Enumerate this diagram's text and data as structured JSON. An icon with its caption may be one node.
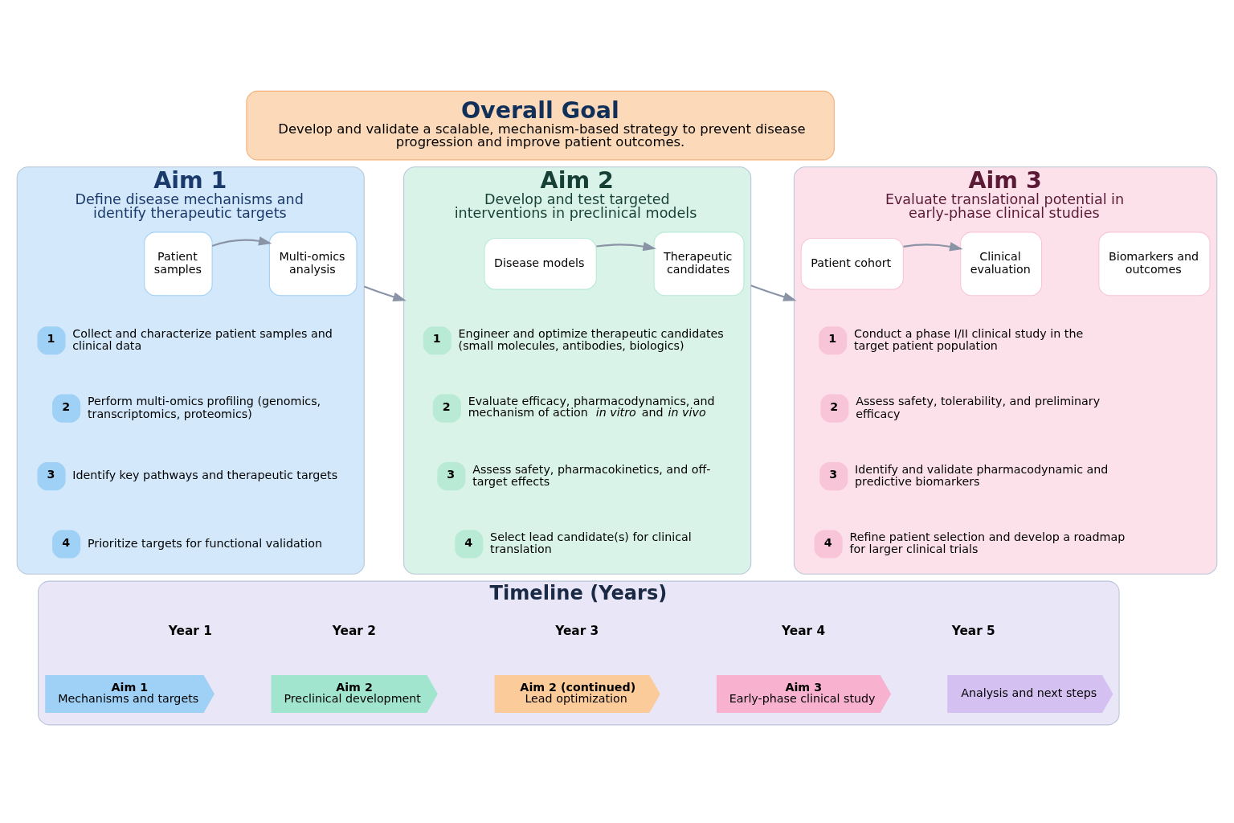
{
  "diagram": {
    "nodes": [
      {
        "text": [
          "Overall Goal",
          "Develop and validate a scalable, mechanism-based strategy to prevent disease progression and improve patient outcomes."
        ]
      },
      {
        "text": [
          "Aim 1",
          "Define disease mechanisms and identify therapeutic targets"
        ]
      },
      {
        "text": [
          "Patient samples"
        ],
        "in": 1
      },
      {
        "text": [
          "Multi-omics analysis"
        ],
        "in": 1
      },
      {
        "text": [
          "1",
          "Collect and characterize patient samples and clinical data"
        ],
        "in": 1
      },
      {
        "text": [
          "2",
          "Perform multi-omics profiling (genomics, transcriptomics, proteomics)"
        ],
        "in": 1
      },
      {
        "text": [
          "3",
          "Identify key pathways and therapeutic targets"
        ],
        "in": 1
      },
      {
        "text": [
          "4",
          "Prioritize targets for functional validation"
        ],
        "in": 1
      },
      {
        "text": [
          "Aim 2",
          "Develop and test targeted interventions in preclinical models"
        ]
      },
      {
        "text": [
          "Disease models"
        ],
        "in": 8
      },
      {
        "text": [
          "Therapeutic candidates"
        ],
        "in": 8
      },
      {
        "text": [
          "1",
          "Engineer and optimize therapeutic candidates (small molecules, antibodies, biologics)"
        ],
        "in": 8
      },
      {
        "text": [
          "2",
          "Evaluate efficacy, pharmacodynamics, and mechanism of action *in vitro* and *in vivo*"
        ],
        "in": 8
      },
      {
        "text": [
          "3",
          "Assess safety, pharmacokinetics, and off-target effects"
        ],
        "in": 8
      },
      {
        "text": [
          "4",
          "Select lead candidate(s) for clinical translation"
        ],
        "in": 8
      },
      {
        "text": [
          "Aim 3",
          "Evaluate translational potential in early-phase clinical studies"
        ]
      },
      {
        "text": [
          "Patient cohort"
        ],
        "in": 15
      },
      {
        "text": [
          "Clinical evaluation"
        ],
        "in": 15
      },
      {
        "text": [
          "Biomarkers and outcomes"
        ],
        "in": 15
      },
      {
        "text": [
          "1",
          "Conduct a phase I/II clinical study in the target patient population"
        ],
        "in": 15
      },
      {
        "text": [
          "2",
          "Assess safety, tolerability, and preliminary efficacy"
        ],
        "in": 15
      },
      {
        "text": [
          "3",
          "Identify and validate pharmacodynamic and predictive biomarkers"
        ],
        "in": 15
      },
      {
        "text": [
          "4",
          "Refine patient selection and develop a roadmap for larger clinical trials"
        ],
        "in": 15
      },
      {
        "text": [
          "Timeline (Years)"
        ]
      },
      {
        "text": [
          "Aim 1",
          "Mechanisms and targets"
        ],
        "in": 23,
        "beside": [
          "Year 1"
        ]
      },
      {
        "text": [
          "Aim 2",
          "Preclinical development"
        ],
        "in": 23,
        "beside": [
          "Year 2"
        ]
      },
      {
        "text": [
          "Aim 2 (continued)",
          "Lead optimization"
        ],
        "in": 23,
        "beside": [
          "Year 3"
        ]
      },
      {
        "text": [
          "Aim 3",
          "Early-phase clinical study"
        ],
        "in": 23,
        "beside": [
          "Year 4"
        ]
      },
      {
        "text": [
          "Analysis and next steps"
        ],
        "in": 23,
        "beside": [
          "Year 5"
        ]
      }
    ],
    "edges": [
      {
        "from": 2,
        "to": 3,
        "arrow": "to"
      },
      {
        "from": 1,
        "to": 8,
        "arrow": "to"
      },
      {
        "from": 9,
        "to": 10,
        "arrow": "to"
      },
      {
        "from": 8,
        "to": 15,
        "arrow": "to"
      },
      {
        "from": 16,
        "to": 17,
        "arrow": "to"
      }
    ]
  }
}
